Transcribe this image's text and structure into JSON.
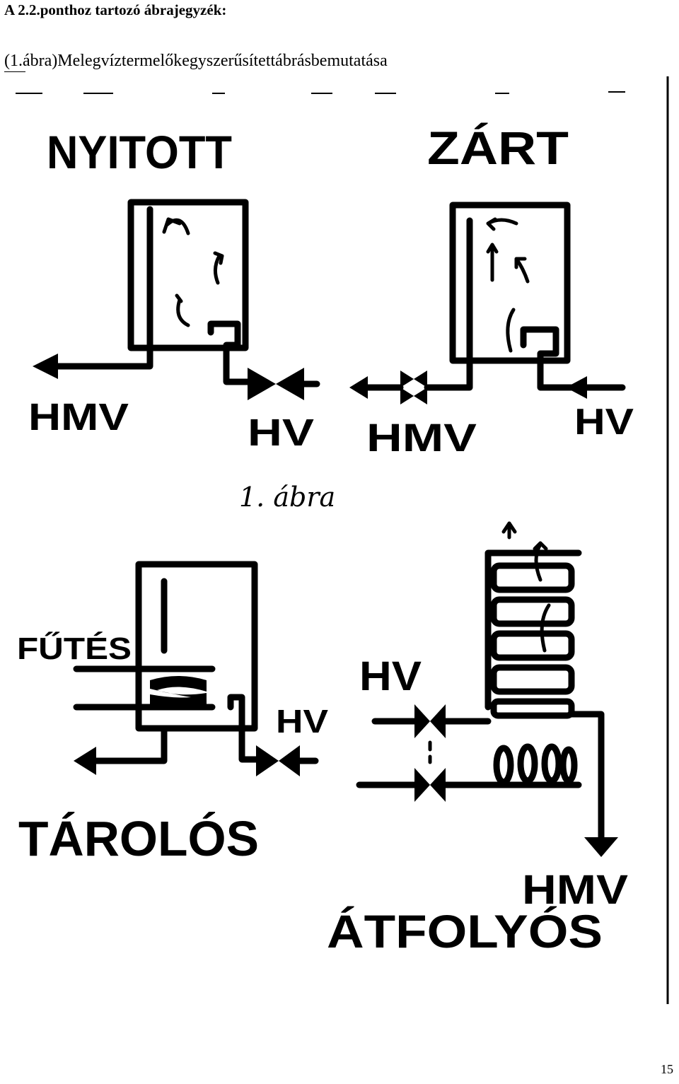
{
  "document": {
    "heading": "A 2.2.ponthoz tartozó ábrajegyzék:",
    "caption": "(1.ábra)Melegvíztermelőkegyszerűsítettábrásbemutatása",
    "page_number": "15"
  },
  "figure": {
    "panels": {
      "open": {
        "title": "NYITOTT",
        "outlet_label": "HMV",
        "inlet_label": "HV"
      },
      "closed": {
        "title": "ZÁRT",
        "outlet_label": "HMV",
        "inlet_label": "HV"
      },
      "storage": {
        "title": "TÁROLÓS",
        "heating_label": "FŰTÉS",
        "inlet_label": "HV"
      },
      "flow": {
        "title": "ÁTFOLYÓS",
        "inlet_label": "HV",
        "outlet_label": "HMV"
      }
    },
    "figure_label": "1. ábra"
  }
}
